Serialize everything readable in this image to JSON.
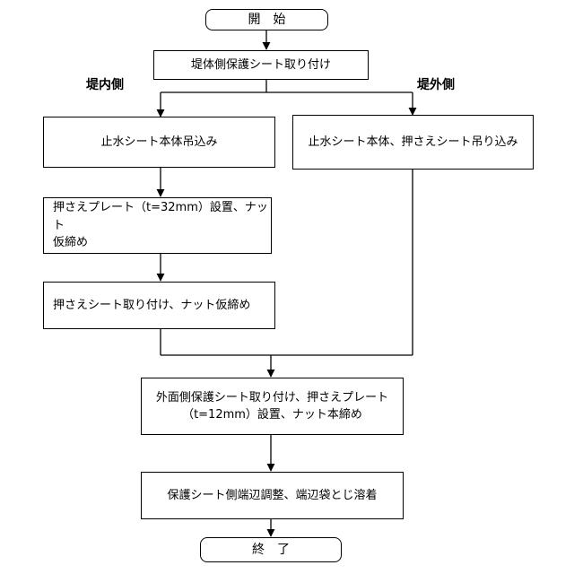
{
  "start": "開　始",
  "end": "終　了",
  "step1": "堤体側保護シート取り付け",
  "label_inner": "堤内側",
  "label_outer": "堤外側",
  "inner_step1": "止水シート本体吊込み",
  "inner_step2_line1": "押さえプレート（t=32mm）設置、ナット",
  "inner_step2_line2": "仮締め",
  "inner_step3": "押さえシート取り付け、ナット仮締め",
  "outer_step1": "止水シート本体、押さえシート吊り込み",
  "merge_step_line1": "外面側保護シート取り付け、押さえプレート",
  "merge_step_line2": "（t=12mm）設置、ナット本締め",
  "final_step": "保護シート側端辺調整、端辺袋とじ溶着"
}
